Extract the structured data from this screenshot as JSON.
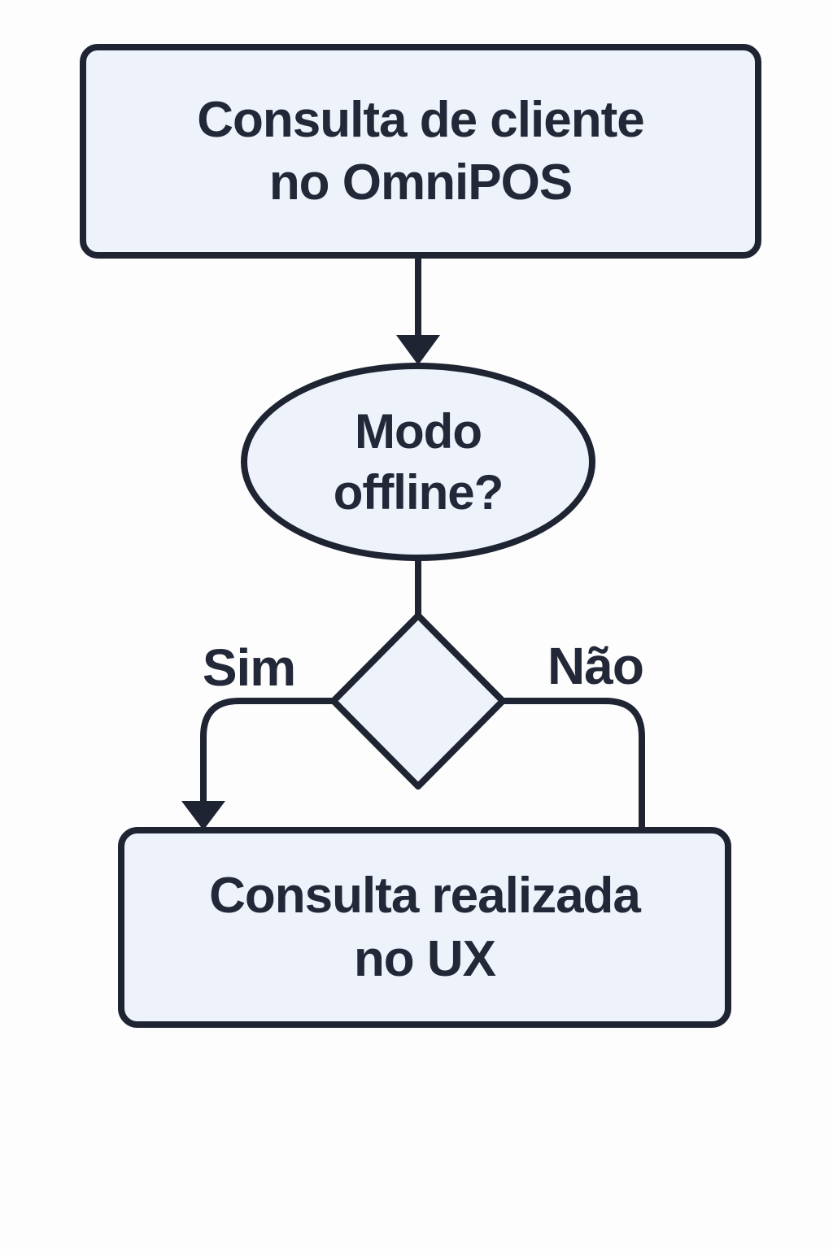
{
  "flowchart": {
    "colors": {
      "stroke": "#1f2433",
      "node_fill": "#edf2fb",
      "text": "#232838",
      "background": "#fdfdfe"
    },
    "nodes": {
      "start": {
        "shape": "rounded-rectangle",
        "lines": [
          "Consulta de cliente",
          "no OmniPOS"
        ]
      },
      "question": {
        "shape": "ellipse",
        "lines": [
          "Modo",
          "offline?"
        ]
      },
      "decision": {
        "shape": "diamond",
        "label": ""
      },
      "end": {
        "shape": "rounded-rectangle",
        "lines": [
          "Consulta realizada",
          "no UX"
        ]
      }
    },
    "edge_labels": {
      "yes": "Sim",
      "no": "Não"
    }
  }
}
